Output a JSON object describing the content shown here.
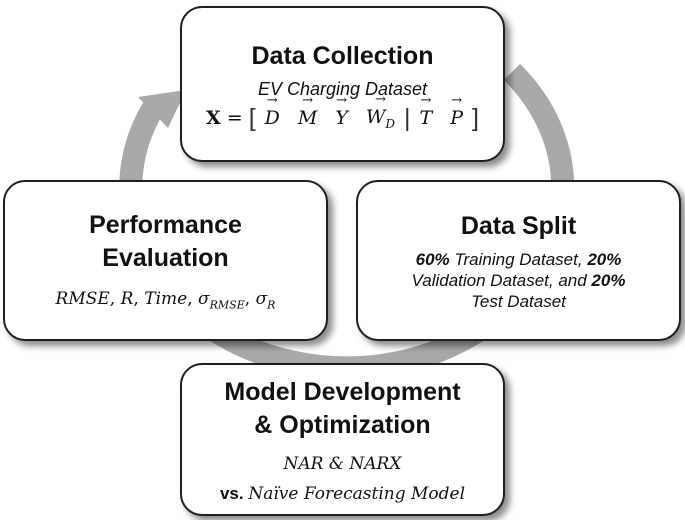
{
  "colors": {
    "cycle_arrow": "#a9a9a9",
    "box_border": "#1f1f1f",
    "box_fill": "#ffffff",
    "text": "#111111"
  },
  "data_collection": {
    "title": "Data Collection",
    "subtitle": "EV Charging Dataset",
    "formula": {
      "lhs": "X",
      "eq": "=",
      "left_bracket": "[",
      "vectors_left": [
        "D",
        "M",
        "Y",
        "W"
      ],
      "w_subscript": "D",
      "separator": "|",
      "vectors_right": [
        "T",
        "P"
      ],
      "right_bracket": "]"
    }
  },
  "data_split": {
    "title": "Data Split",
    "line1_pct1": "60%",
    "line1_text": " Training Dataset, ",
    "line1_pct2": "20%",
    "line2_text": "Validation Dataset, and ",
    "line2_pct": "20%",
    "line3_text": "Test Dataset"
  },
  "model_development": {
    "title_line1": "Model Development",
    "title_line2": "& Optimization",
    "methods": "NAR & NARX",
    "vs": "vs.",
    "baseline": "Naïve Forecasting Model"
  },
  "performance_evaluation": {
    "title_line1": "Performance",
    "title_line2": "Evaluation",
    "metric1": "RMSE",
    "sep1": ", ",
    "metric2": "R",
    "sep2": ", ",
    "metric3": "Time",
    "sep3": ", ",
    "sigma1": "σ",
    "sigma1_sub": "RMSE",
    "sep4": ", ",
    "sigma2": "σ",
    "sigma2_sub": "R"
  }
}
